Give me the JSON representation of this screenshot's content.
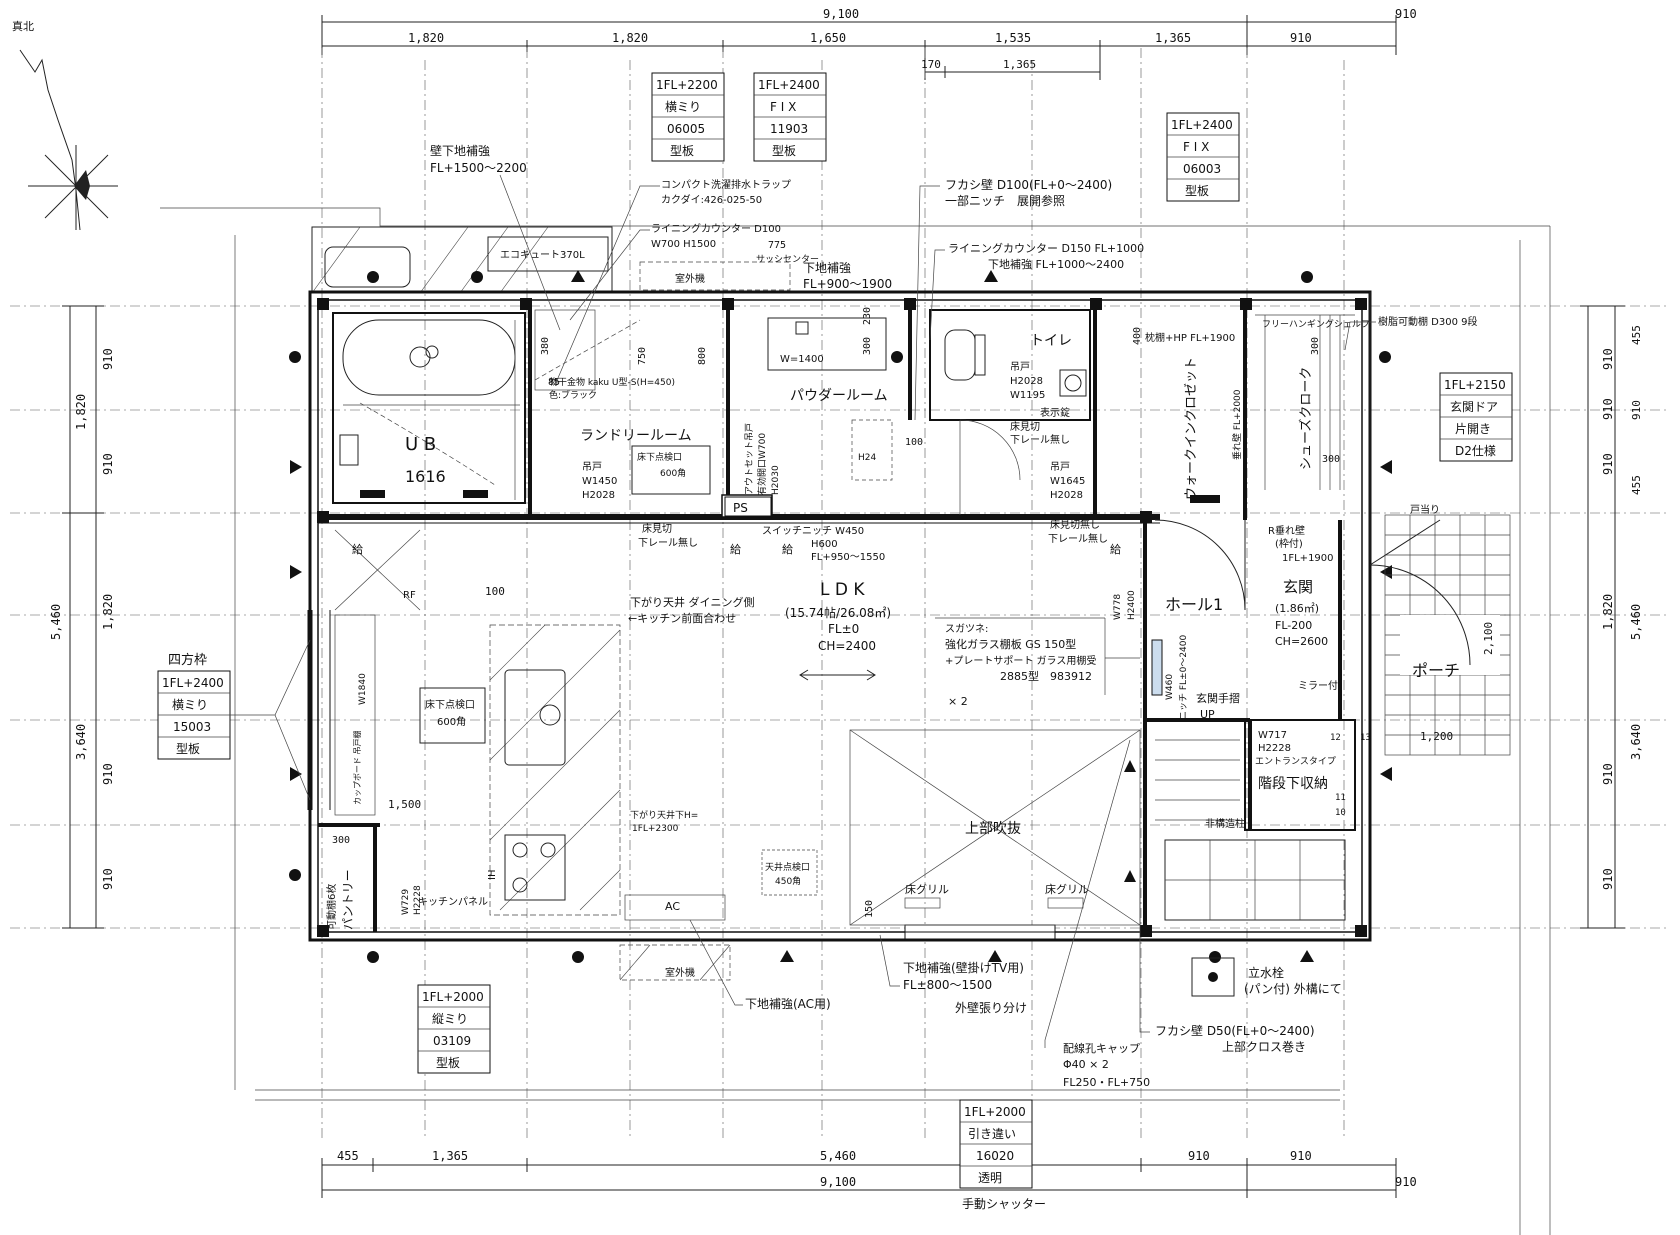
{
  "north": "真北",
  "dims_top": {
    "total": "9,100",
    "right_ext": "910",
    "spans": [
      "1,820",
      "1,820",
      "1,650",
      "1,535",
      "1,365",
      "910"
    ],
    "sub": [
      "170",
      "1,365"
    ]
  },
  "dims_bottom": {
    "spans": [
      "455",
      "1,365",
      "5,460",
      "910",
      "910"
    ],
    "total": "9,100",
    "right_ext": "910"
  },
  "dims_left": {
    "outer": [
      "1,820",
      "5,460",
      "3,640"
    ],
    "inner": [
      "910",
      "910",
      "1,820",
      "910",
      "910"
    ]
  },
  "dims_right": {
    "inner": [
      "910",
      "910",
      "910",
      "1,820",
      "910",
      "910"
    ],
    "outer": [
      "455",
      "910",
      "455",
      "5,460",
      "3,640"
    ]
  },
  "windows": [
    {
      "id": "w1",
      "lines": [
        "1FL+2200",
        "横ミり",
        "06005",
        "型板"
      ]
    },
    {
      "id": "w2",
      "lines": [
        "1FL+2400",
        "F I X",
        "11903",
        "型板"
      ]
    },
    {
      "id": "w3",
      "lines": [
        "1FL+2400",
        "F I X",
        "06003",
        "型板"
      ]
    },
    {
      "id": "w4",
      "lines": [
        "1FL+2150",
        "玄関ドア",
        "片開き",
        "D2仕様"
      ]
    },
    {
      "id": "w5",
      "lines": [
        "1FL+2400",
        "横ミり",
        "15003",
        "型板"
      ]
    },
    {
      "id": "w6",
      "lines": [
        "1FL+2000",
        "縦ミり",
        "03109",
        "型板"
      ]
    },
    {
      "id": "w7",
      "lines": [
        "1FL+2000",
        "引き違い",
        "16020",
        "透明"
      ]
    }
  ],
  "window5_title": "四方枠",
  "window7_note": "手動シャッター",
  "rooms": {
    "ub": "U B",
    "ub_size": "1616",
    "laundry": "ランドリールーム",
    "powder": "パウダールーム",
    "toilet": "トイレ",
    "walkin": "ウォークインクロゼット",
    "shoes": "シューズクローク",
    "ldk": "L D K",
    "ldk_size": "(15.74帖/26.08㎡)",
    "ldk_fl": "FL±0",
    "ldk_ch": "CH=2400",
    "hall": "ホール1",
    "genkan": "玄関",
    "genkan_size": "(1.86㎡)",
    "genkan_fl": "FL-200",
    "genkan_ch": "CH=2600",
    "porch": "ポーチ",
    "stair_storage": "階段下収納",
    "pantry": "パントリー",
    "void": "上部吹抜",
    "ps": "PS"
  },
  "notes": {
    "wall_reinforce": "壁下地補強",
    "wall_reinforce_h": "FL+1500～2200",
    "compact_trap": "コンパクト洗濯排水トラップ",
    "compact_trap_no": "カクダイ:426-025-50",
    "lining_counter1": "ライニングカウンター D100",
    "lining_counter1_size": "W700 H1500",
    "sash_center": "サッシセンター",
    "sash_775": "775",
    "outdoor_unit": "室外機",
    "reinforce_900": "下地補強",
    "reinforce_900_h": "FL+900～1900",
    "fukashi1": "フカシ壁 D100(FL+0～2400)",
    "fukashi1_sub": "一部ニッチ　展開参照",
    "lining_counter2": "ライニングカウンター D150 FL+1000",
    "reinforce_1000": "下地補強 FL+1000～2400",
    "shelf_hp": "枕棚+HP FL+1900",
    "free_hanging": "フリーハンギングシェルフ",
    "resin_shelf": "樹脂可動棚 D300 9段",
    "ecocute": "エコキュート370L",
    "hoshi": "物干金物 kaku U型-S(H=450)",
    "hoshi_color": "色:ブラック",
    "wash_w": "W=1400",
    "floor_hatch": "床下点検口",
    "floor_hatch_size": "600角",
    "hanging_door1": "吊戸",
    "hanging_door1_w": "W1450",
    "hanging_door1_h": "H2028",
    "hanging_door2": "吊戸",
    "hanging_door2_w": "H2028",
    "hanging_door2_h": "W1195",
    "hanging_door3": "吊戸",
    "hanging_door3_w": "W1645",
    "hanging_door3_h": "H2028",
    "display_lock": "表示錠",
    "floor_cut": "床見切",
    "rail_none": "下レール無し",
    "floor_cut_none": "床見切無し",
    "outlet_set": "アウトセット吊戸",
    "outlet_size": "有効開口W700",
    "outlet_h": "H2030",
    "switch_niche": "スイッチニッチ W450",
    "switch_niche_h": "H600",
    "switch_niche_fl": "FL+950～1550",
    "lowered_ceiling": "下がり天井 ダイニング側",
    "kitchen_front": "←キッチン前面合わせ",
    "r_wall": "R垂れ壁",
    "r_wall_frame": "(枠付)",
    "r_wall_fl": "1FL+1900",
    "door_stop": "戸当り",
    "sukaltsune": "スガツネ:",
    "glass_shelf": "強化ガラス棚板 GS 150型",
    "plate_support": "+プレートサポート ガラス用棚受",
    "plate_model": "2885型　983912",
    "times2": "× 2",
    "niche": "ニッチ FL±0～2400",
    "niche_w": "W460",
    "w778": "W778",
    "h2400": "H2400",
    "handrail": "玄関手摺",
    "mirror": "ミラー付",
    "entrance_type": "エントランスタイプ",
    "w717": "W717",
    "h2228": "H2228",
    "non_struct_col": "非構造柱",
    "lowered_h": "下がり天井下H=",
    "lowered_fl": "1FL+2300",
    "ceiling_hatch": "天井点検口",
    "ceiling_hatch_size": "450角",
    "floor_grill": "床グリル",
    "ac": "AC",
    "shelf6": "可動棚6枚",
    "w729": "W729",
    "h2228b": "H2228",
    "kitchen_panel": "キッチンパネル",
    "rf": "RF",
    "cupboard": "カップボード 吊戸棚",
    "w1840": "W1840",
    "reinforce_tv": "下地補強(壁掛けTV用)",
    "reinforce_tv_h": "FL±800～1500",
    "ext_wall_split": "外壁張り分け",
    "reinforce_ac": "下地補強(AC用)",
    "wiring_cap": "配線孔キャップ",
    "wiring_size": "Φ40 × 2",
    "wiring_h": "FL250・FL+750",
    "fukashi2": "フカシ壁 D50(FL+0～2400)",
    "fukashi2_sub": "上部クロス巻き",
    "water_tap": "立水栓",
    "water_tap_sub": "(パン付) 外構にて",
    "up": "UP",
    "kyu": "給",
    "d100": "100",
    "d150": "150",
    "d300": "300",
    "d380": "380",
    "d85": "85",
    "d750": "750",
    "d800": "800",
    "d230": "230",
    "d400": "400",
    "d1500": "1,500",
    "d1200": "1,200",
    "d2100": "2,100",
    "h24": "H24",
    "tare_wall": "垂れ壁 FL+2000",
    "ih": "IH",
    "step_nums": [
      "12",
      "13",
      "11",
      "10"
    ]
  }
}
